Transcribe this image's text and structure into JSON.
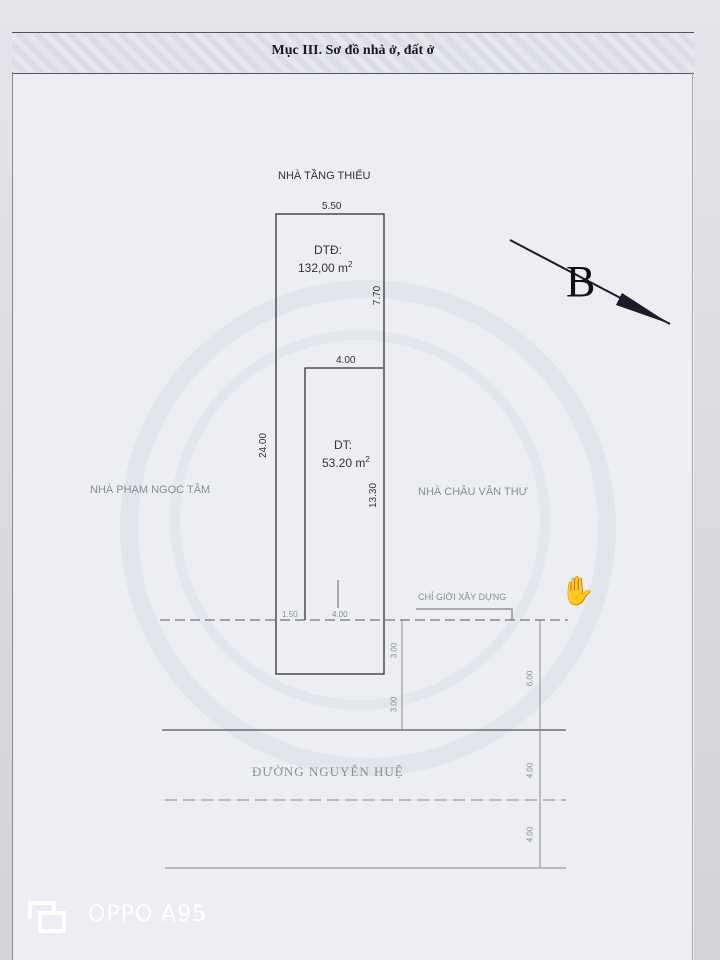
{
  "document": {
    "section_title": "Mục III. Sơ đồ nhà ở, đất ở"
  },
  "plan": {
    "north_neighbor": "NHÀ TẦNG THIỂU",
    "west_neighbor": "NHÀ PHẠM NGỌC TÂM",
    "east_neighbor": "NHÀ CHÂU VĂN THƯ",
    "building_line": "CHỈ GIỚI XÂY DỰNG",
    "street": "ĐƯỜNG NGUYỄN HUỆ",
    "direction_letter": "B",
    "land_area_label": "DTĐ:",
    "land_area_value": "132,00 m",
    "house_area_label": "DT:",
    "house_area_value": "53.20 m",
    "sup2": "2",
    "dims": {
      "top_width": "5.50",
      "upper_side": "7.70",
      "house_width": "4.00",
      "total_depth": "24.00",
      "house_depth": "13.30",
      "setback": "1.50",
      "front_width": "4.00",
      "sidewalk_a": "3.00",
      "sidewalk_b": "3.00",
      "road_a": "6.00",
      "road_b": "4.00",
      "road_c": "4.00"
    }
  },
  "watermark": {
    "camera_model": "OPPO A95"
  }
}
